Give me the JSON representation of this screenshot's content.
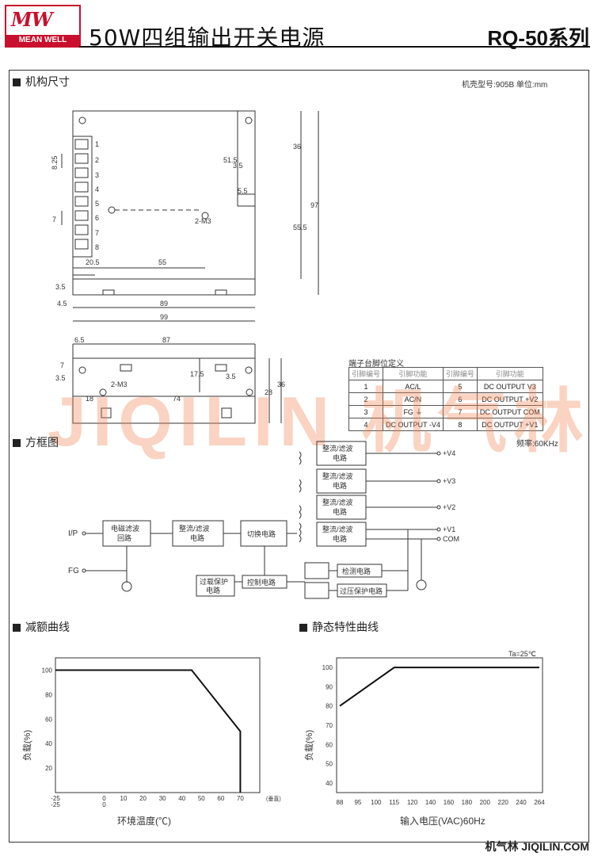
{
  "header": {
    "logo_mark": "MW",
    "logo_text": "MEAN WELL",
    "title": "50W四组输出开关电源",
    "series": "RQ-50系列"
  },
  "mech": {
    "section_title": "机构尺寸",
    "case_note": "机壳型号:905B 单位:mm",
    "dims": {
      "d825": "8.25",
      "d7": "7",
      "d205": "20.5",
      "d55": "55",
      "d35a": "3.5",
      "d45": "4.5",
      "d89": "89",
      "d99": "99",
      "d515": "51.5",
      "d35b": "3.5",
      "d55b": "5.5",
      "d36": "36",
      "d555": "55.5",
      "d97": "97",
      "m3": "2-M3",
      "s65": "6.5",
      "s87": "87",
      "s7": "7",
      "s35": "3.5",
      "sm3": "2-M3",
      "s175": "17.5",
      "s35b": "3.5",
      "s28": "28",
      "s36": "36",
      "s18": "18",
      "s74": "74"
    },
    "terminals": [
      "1",
      "2",
      "3",
      "4",
      "5",
      "6",
      "7",
      "8"
    ]
  },
  "pins": {
    "title": "端子台脚位定义",
    "headers": [
      "引脚编号",
      "引脚功能",
      "引脚编号",
      "引脚功能"
    ],
    "rows": [
      [
        "1",
        "AC/L",
        "5",
        "DC OUTPUT V3"
      ],
      [
        "2",
        "AC/N",
        "6",
        "DC OUTPUT +V2"
      ],
      [
        "3",
        "FG ⏚",
        "7",
        "DC OUTPUT COM"
      ],
      [
        "4",
        "DC OUTPUT -V4",
        "8",
        "DC OUTPUT +V1"
      ]
    ]
  },
  "watermark": "JIQILIN 机气林",
  "block": {
    "section_title": "方框图",
    "freq": "频率:60KHz",
    "ip": "I/P",
    "fg": "FG",
    "emi": [
      "电磁滤波",
      "回路"
    ],
    "rect1": [
      "整流/滤波",
      "电路"
    ],
    "switch": "切换电路",
    "rect_out": [
      "整流/滤波",
      "电路"
    ],
    "outs": [
      "+V4",
      "+V3",
      "+V2",
      "+V1",
      "COM"
    ],
    "ovp": [
      "过载保护",
      "电路"
    ],
    "ctrl": "控制电路",
    "detect": "检测电路",
    "ovp2": "过压保护电路"
  },
  "derating": {
    "section_title": "减额曲线",
    "ylabel": "负载(%)",
    "xlabel": "环境温度(℃)",
    "axis_note": "(垂直)",
    "chart_data": {
      "type": "line",
      "x": [
        -25,
        45,
        70,
        70
      ],
      "y": [
        100,
        100,
        50,
        0
      ],
      "xticks": [
        "-25",
        "0",
        "10",
        "20",
        "30",
        "40",
        "50",
        "60",
        "70"
      ],
      "xticks2": [
        "-25",
        "0"
      ],
      "yticks": [
        "20",
        "40",
        "60",
        "80",
        "100"
      ],
      "xlim": [
        -25,
        80
      ],
      "ylim": [
        0,
        110
      ]
    }
  },
  "static": {
    "section_title": "静态特性曲线",
    "ylabel": "负载(%)",
    "xlabel": "输入电压(VAC)60Hz",
    "ta": "Ta=25℃",
    "chart_data": {
      "type": "line",
      "x": [
        "88",
        "115",
        "264"
      ],
      "y": [
        80,
        100,
        100
      ],
      "xticks": [
        "88",
        "95",
        "100",
        "115",
        "120",
        "140",
        "160",
        "180",
        "200",
        "220",
        "240",
        "264"
      ],
      "yticks": [
        "40",
        "50",
        "60",
        "70",
        "80",
        "90",
        "100"
      ],
      "ylim": [
        35,
        105
      ]
    }
  },
  "footer": "机气林 JIQILIN.COM"
}
